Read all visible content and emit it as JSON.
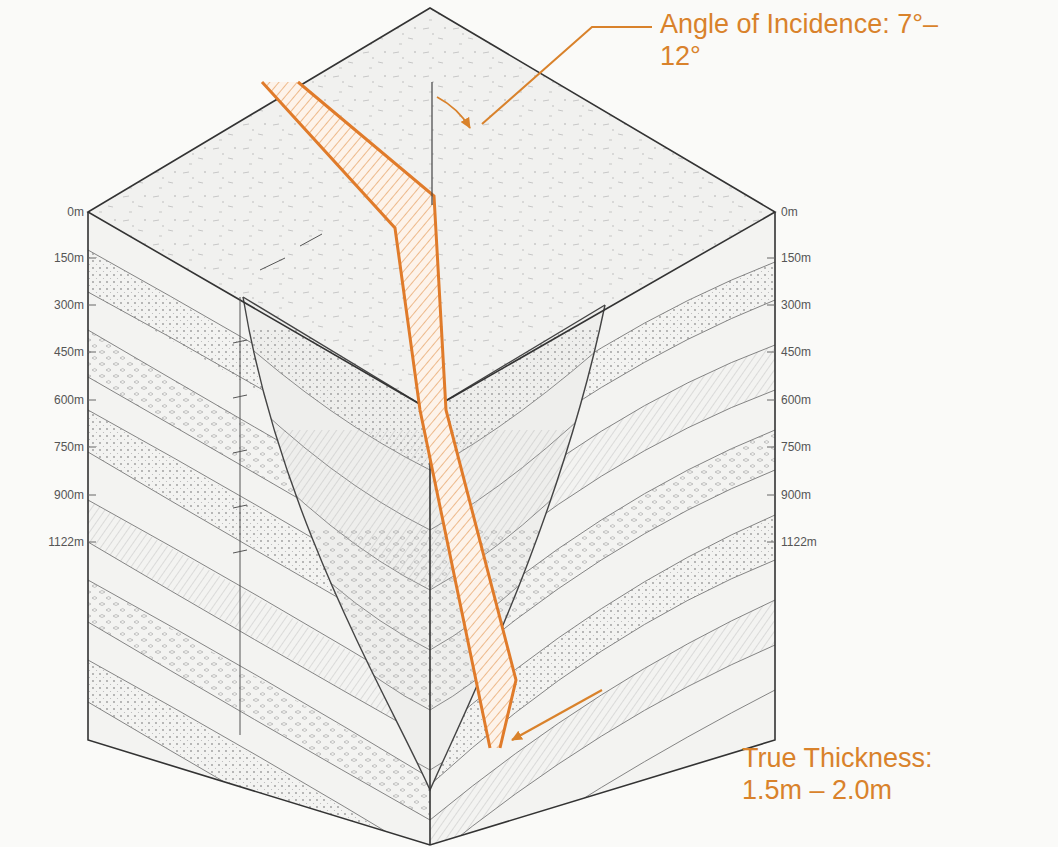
{
  "diagram": {
    "labels": [
      "0m",
      "150m",
      "300m",
      "450m",
      "600m",
      "750m",
      "900m",
      "1122m",
      "0m",
      "150m",
      "300m",
      "450m",
      "600m",
      "750m",
      "900m",
      "1122m",
      "Angle of Incidence: 7°–12°",
      "True Thickness: 1.5m – 2.0m"
    ]
  }
}
